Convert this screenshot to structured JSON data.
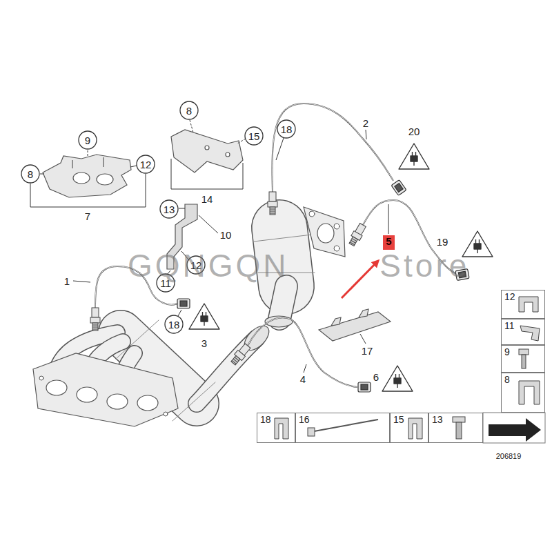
{
  "diagram": {
    "nodes": [
      {
        "text": [
          "5"
        ]
      },
      {
        "text": [
          "12"
        ]
      },
      {
        "text": [
          "11"
        ]
      },
      {
        "text": [
          "9"
        ]
      },
      {
        "text": [
          "8"
        ]
      },
      {
        "text": [
          "18"
        ]
      },
      {
        "text": [
          "16"
        ]
      },
      {
        "text": [
          "15"
        ]
      },
      {
        "text": [
          "13"
        ]
      }
    ],
    "labels": [
      "9",
      "8",
      "12",
      "7",
      "8",
      "15",
      "14",
      "13",
      "10",
      "11",
      "12",
      "18",
      "2",
      "20",
      "19",
      "1",
      "3",
      "18",
      "4",
      "6",
      "17",
      "GQNGQN Store",
      "206819"
    ]
  }
}
